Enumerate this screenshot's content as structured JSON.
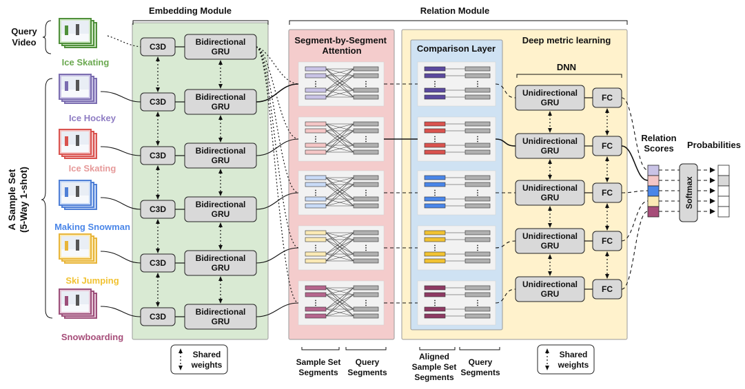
{
  "query": {
    "label": "Query\nVideo",
    "clip_name": "Ice Skating",
    "clip_color": "#6aa84f"
  },
  "sample_set_label": "A Sample Set\n(5-Way 1-shot)",
  "samples": [
    {
      "name": "Ice Hockey",
      "color": "#8e7cc3",
      "palette": [
        "#7b6db0",
        "#c9c3e6"
      ]
    },
    {
      "name": "Ice Skating",
      "color": "#e69999",
      "palette": [
        "#d9534f",
        "#f4c6c6"
      ]
    },
    {
      "name": "Making Snowman",
      "color": "#4a86e8",
      "palette": [
        "#4f7fd6",
        "#c9dbf7"
      ]
    },
    {
      "name": "Ski Jumping",
      "color": "#f1c232",
      "palette": [
        "#e8b53a",
        "#fbeab5"
      ]
    },
    {
      "name": "Snowboarding",
      "color": "#a64d79",
      "palette": [
        "#9c4f7a",
        "#e7c8d8"
      ]
    }
  ],
  "modules": {
    "embedding": "Embedding Module",
    "relation": "Relation Module",
    "attention": "Segment-by-Segment\nAttention",
    "comparison": "Comparison Layer",
    "deep_metric": "Deep metric learning",
    "dnn": "DNN"
  },
  "boxes": {
    "c3d": "C3D",
    "bigru": "Bidirectional\nGRU",
    "unigru": "Unidirectional\nGRU",
    "fc": "FC",
    "softmax": "Softmax"
  },
  "captions": {
    "relation_scores": "Relation\nScores",
    "probabilities": "Probabilities",
    "shared_weights": "Shared\nweights",
    "sample_set_segments": "Sample Set\nSegments",
    "query_segments": "Query\nSegments",
    "aligned_segments": "Aligned\nSample Set\nSegments",
    "query_segments_2": "Query\nSegments"
  },
  "colors": {
    "embedding_bg": "#d9ead3",
    "attention_bg": "#f4cccc",
    "comparison_bg": "#cfe2f3",
    "deep_bg": "#fff2cc",
    "box_fill": "#d9d9d9",
    "segment_grey": "#bfbfbf",
    "query_seg_color": "#b0b0b0"
  },
  "score_colors": [
    "#c9c3e6",
    "#f4c6c6",
    "#4a86e8",
    "#fbeab5",
    "#a64d79"
  ]
}
